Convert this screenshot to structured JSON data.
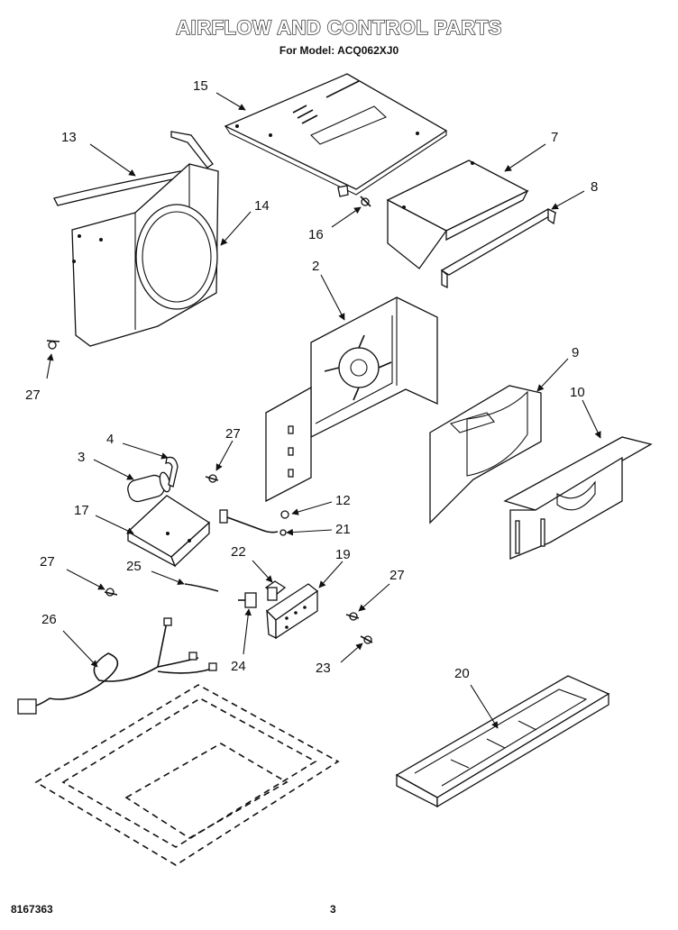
{
  "header": {
    "title": "AIRFLOW AND CONTROL PARTS",
    "subtitle": "For Model: ACQ062XJ0"
  },
  "footer": {
    "doc_number": "8167363",
    "page_number": "3"
  },
  "callouts": {
    "p15": "15",
    "p13": "13",
    "p14": "14",
    "p7": "7",
    "p8": "8",
    "p16": "16",
    "p2": "2",
    "p27a": "27",
    "p9": "9",
    "p10": "10",
    "p4": "4",
    "p27b": "27",
    "p3": "3",
    "p12": "12",
    "p17": "17",
    "p21": "21",
    "p22": "22",
    "p19": "19",
    "p27c": "27",
    "p25": "25",
    "p27d": "27",
    "p26": "26",
    "p24": "24",
    "p23": "23",
    "p20": "20"
  }
}
